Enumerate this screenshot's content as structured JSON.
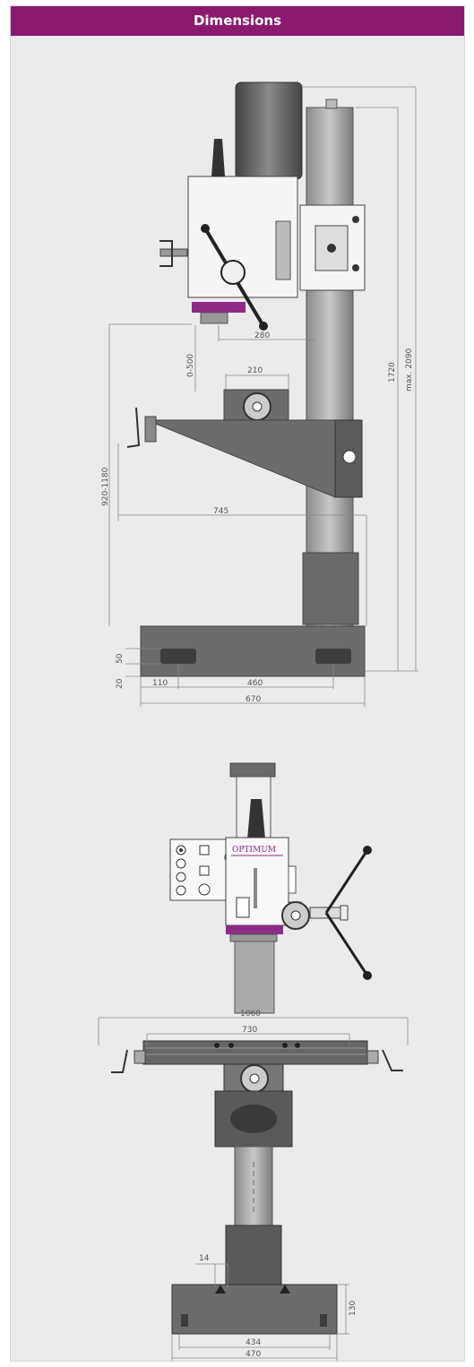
{
  "header": {
    "title": "Dimensions"
  },
  "side_view": {
    "dims": {
      "d280": "280",
      "d0_500": "0-500",
      "d210": "210",
      "d1720": "1720",
      "dmax2090": "max. 2090",
      "d920_1180": "920-1180",
      "d745": "745",
      "d50": "50",
      "d20": "20",
      "d110": "110",
      "d460": "460",
      "d670": "670"
    }
  },
  "front_view": {
    "brand_text": "OPTIMUM",
    "dims": {
      "d1060": "1060",
      "d730": "730",
      "d14": "14",
      "d130": "130",
      "d434": "434",
      "d470": "470"
    }
  },
  "colors": {
    "header_bg": "#8b1a6e",
    "accent_purple": "#8e2c87",
    "machine_dark": "#666666",
    "machine_light": "#f8f8f8",
    "background": "#ebebeb"
  }
}
